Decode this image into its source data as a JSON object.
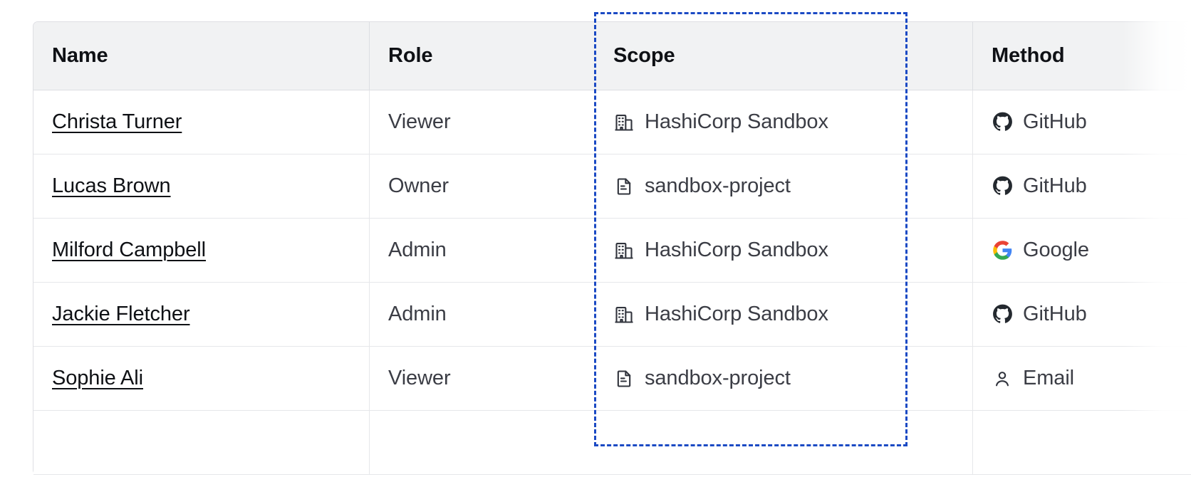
{
  "table": {
    "columns": [
      {
        "key": "name",
        "label": "Name"
      },
      {
        "key": "role",
        "label": "Role"
      },
      {
        "key": "scope",
        "label": "Scope"
      },
      {
        "key": "method",
        "label": "Method"
      }
    ],
    "rows": [
      {
        "name": "Christa Turner",
        "role": "Viewer",
        "scope": "HashiCorp Sandbox",
        "scope_icon": "organization-icon",
        "method": "GitHub",
        "method_icon": "github-icon"
      },
      {
        "name": "Lucas Brown",
        "role": "Owner",
        "scope": "sandbox-project",
        "scope_icon": "project-file-icon",
        "method": "GitHub",
        "method_icon": "github-icon"
      },
      {
        "name": "Milford Campbell",
        "role": "Admin",
        "scope": "HashiCorp Sandbox",
        "scope_icon": "organization-icon",
        "method": "Google",
        "method_icon": "google-icon"
      },
      {
        "name": "Jackie Fletcher",
        "role": "Admin",
        "scope": "HashiCorp Sandbox",
        "scope_icon": "organization-icon",
        "method": "GitHub",
        "method_icon": "github-icon"
      },
      {
        "name": "Sophie Ali",
        "role": "Viewer",
        "scope": "sandbox-project",
        "scope_icon": "project-file-icon",
        "method": "Email",
        "method_icon": "user-icon"
      },
      {
        "name": "",
        "role": "",
        "scope": "",
        "scope_icon": "",
        "method": "",
        "method_icon": ""
      }
    ]
  },
  "selection": {
    "target_column": "Scope",
    "outline_color": "#1b4ac4",
    "style": "dashed"
  },
  "colors": {
    "header_background": "#f1f2f3",
    "table_border": "#dedfe3",
    "row_divider": "#e6e7ea",
    "text_primary": "#0f1115",
    "text_secondary": "#3b3d45",
    "link": "#0f1115",
    "selection": "#1b4ac4"
  }
}
